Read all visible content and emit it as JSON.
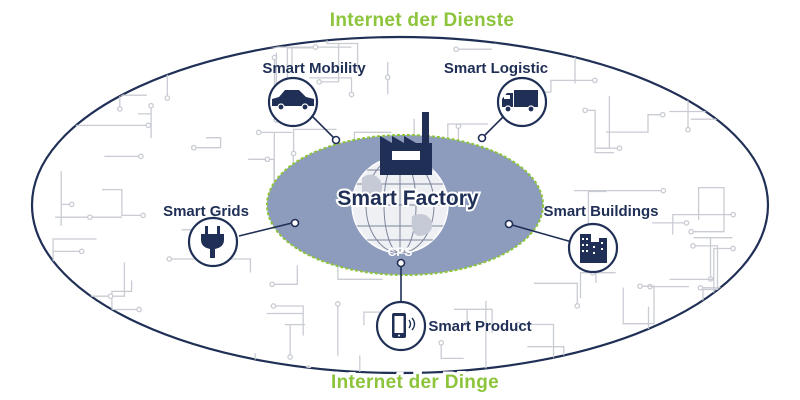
{
  "diagram": {
    "outer_top_label": "Internet der Dienste",
    "outer_bottom_label": "Internet der Dinge",
    "center_label": "Smart Factory",
    "core_label": "CPS",
    "nodes": {
      "mobility": "Smart Mobility",
      "logistic": "Smart Logistic",
      "grids": "Smart Grids",
      "buildings": "Smart Buildings",
      "product": "Smart Product"
    }
  },
  "colors": {
    "navy": "#1f2f55",
    "green": "#8cc43c",
    "inner_fill": "#8d9bbd",
    "circuit": "#c9ccd3"
  },
  "icons": {
    "mobility": "car-icon",
    "logistic": "truck-icon",
    "grids": "plug-icon",
    "buildings": "buildings-icon",
    "product": "smartphone-icon",
    "factory": "factory-icon",
    "globe": "globe-icon"
  }
}
